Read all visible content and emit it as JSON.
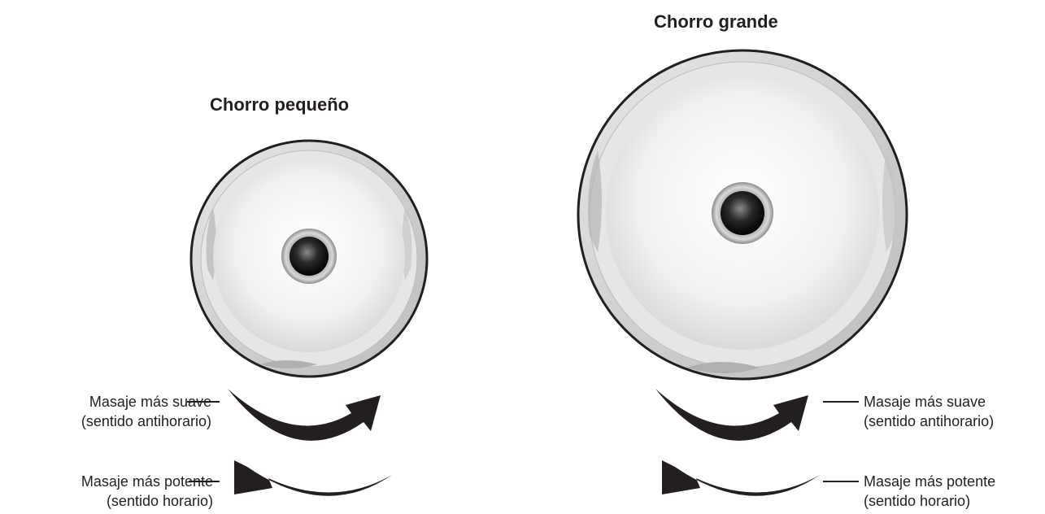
{
  "small_jet": {
    "title": "Chorro pequeño",
    "gentle": {
      "line1": "Masaje más suave",
      "line2": "(sentido antihorario)"
    },
    "strong": {
      "line1": "Masaje más potente",
      "line2": "(sentido horario)"
    }
  },
  "large_jet": {
    "title": "Chorro grande",
    "gentle": {
      "line1": "Masaje más suave",
      "line2": "(sentido antihorario)"
    },
    "strong": {
      "line1": "Masaje más potente",
      "line2": "(sentido horario)"
    }
  }
}
